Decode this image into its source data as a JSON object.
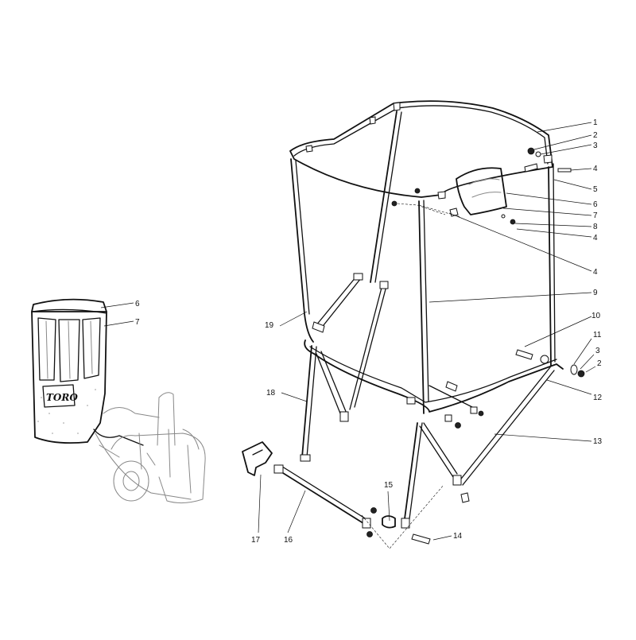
{
  "brand": "TORO",
  "inset_callouts": [
    "6",
    "7"
  ],
  "callouts": [
    "1",
    "2",
    "3",
    "4",
    "5",
    "6",
    "7",
    "8",
    "4",
    "4",
    "9",
    "10",
    "11",
    "3",
    "2",
    "12",
    "13",
    "19",
    "18",
    "17",
    "16",
    "15",
    "14"
  ]
}
